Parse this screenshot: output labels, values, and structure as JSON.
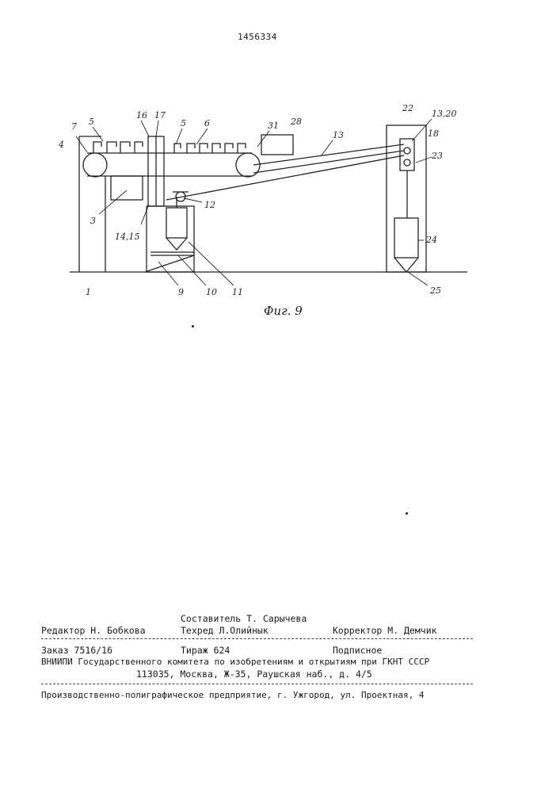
{
  "patent_number": "1456334",
  "figure": {
    "caption": "Фиг. 9",
    "labels": [
      "7",
      "4",
      "5",
      "16",
      "17",
      "5",
      "6",
      "31",
      "28",
      "13",
      "22",
      "13,20",
      "18",
      "23",
      "24",
      "25",
      "3",
      "14,15",
      "12",
      "1",
      "9",
      "10",
      "11"
    ]
  },
  "imprint": {
    "editor": "Редактор Н. Бобкова",
    "compiler": "Составитель Т. Сарычева",
    "techred": "Техред Л.Олийнык",
    "corrector": "Корректор М. Демчик",
    "order": "Заказ 7516/16",
    "circulation": "Тираж 624",
    "subscription": "Подписное",
    "vniipi": "ВНИИПИ Государственного комитета по изобретениям и открытиям при ГКНТ СССР",
    "address": "113035, Москва, Ж-35, Раушская наб., д. 4/5",
    "printer": "Производственно-полиграфическое предприятие, г. Ужгород, ул. Проектная, 4"
  }
}
